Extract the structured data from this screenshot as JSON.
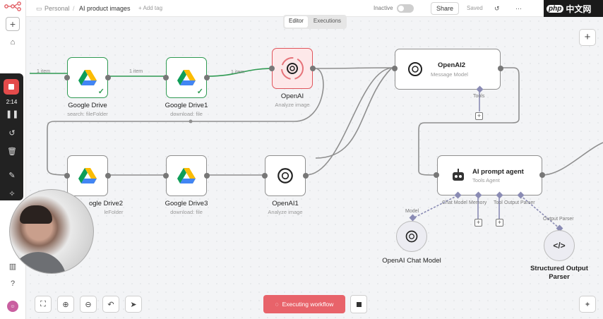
{
  "topbar": {
    "breadcrumb_project": "Personal",
    "breadcrumb_sep": "/",
    "workflow_name": "AI product images",
    "add_tag": "+ Add tag",
    "status": "Inactive",
    "share": "Share",
    "saved": "Saved",
    "more": "⋯"
  },
  "watermark": {
    "brand": "php",
    "text": "中文网"
  },
  "tabs": {
    "editor": "Editor",
    "executions": "Executions"
  },
  "recorder": {
    "time": "2:14"
  },
  "edges": {
    "item1": "1 item",
    "item2": "1 item",
    "item3": "1 item"
  },
  "nodes": {
    "gdrive": {
      "title": "Google Drive",
      "subtitle": "search: fileFolder"
    },
    "gdrive1": {
      "title": "Google Drive1",
      "subtitle": "download: file"
    },
    "openai": {
      "title": "OpenAI",
      "subtitle": "Analyze image"
    },
    "openai2": {
      "title": "OpenAI2",
      "subtitle": "Message Model"
    },
    "gdrive2": {
      "title": "ogle Drive2",
      "subtitle": "leFolder"
    },
    "gdrive3": {
      "title": "Google Drive3",
      "subtitle": "download: file"
    },
    "openai1": {
      "title": "OpenAI1",
      "subtitle": "Analyze image"
    },
    "agent": {
      "title": "AI prompt agent",
      "subtitle": "Tools Agent"
    },
    "chatmodel": {
      "title": "OpenAI Chat Model"
    },
    "parser": {
      "title_line1": "Structured Output",
      "title_line2": "Parser"
    }
  },
  "ports": {
    "tools": "Tools",
    "chat_model": "Chat Model",
    "memory": "Memory",
    "tool": "Tool",
    "output_parser": "Output Parser",
    "model": "Model",
    "output_parser_2": "Output Parser"
  },
  "bottom": {
    "execute": "Executing workflow",
    "spinner": "◌"
  },
  "sidebar": {
    "help": "?"
  },
  "colors": {
    "success": "#2f9a52",
    "running": "#e0555c",
    "edge": "#8f8f8f",
    "ai_port": "#8a8bb4"
  }
}
